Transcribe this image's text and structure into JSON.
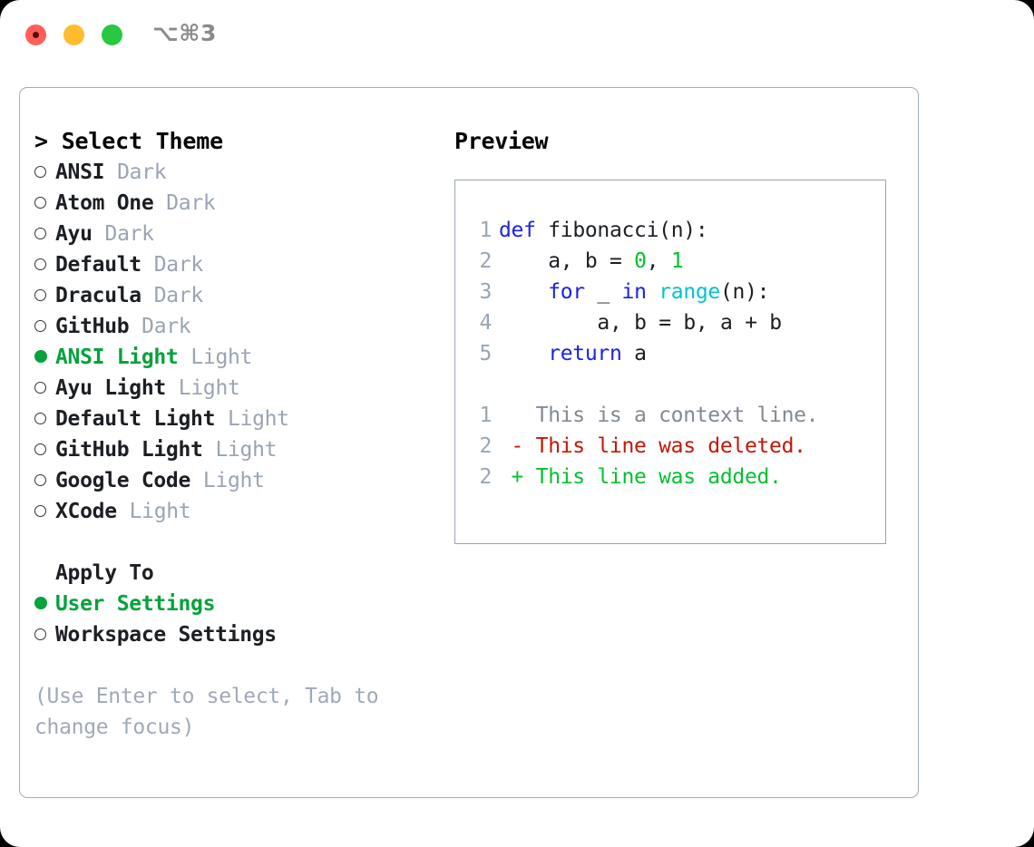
{
  "titlebar": {
    "shortcut": "⌥⌘3",
    "buttons": [
      {
        "name": "close",
        "color": "#ff5f57"
      },
      {
        "name": "minimize",
        "color": "#febc2e"
      },
      {
        "name": "maximize",
        "color": "#28c840"
      }
    ]
  },
  "left": {
    "prompt_header": "> Select Theme",
    "themes": [
      {
        "name": "ANSI",
        "kind": "Dark",
        "selected": false
      },
      {
        "name": "Atom One",
        "kind": "Dark",
        "selected": false
      },
      {
        "name": "Ayu",
        "kind": "Dark",
        "selected": false
      },
      {
        "name": "Default",
        "kind": "Dark",
        "selected": false
      },
      {
        "name": "Dracula",
        "kind": "Dark",
        "selected": false
      },
      {
        "name": "GitHub",
        "kind": "Dark",
        "selected": false
      },
      {
        "name": "ANSI Light",
        "kind": "Light",
        "selected": true
      },
      {
        "name": "Ayu Light",
        "kind": "Light",
        "selected": false
      },
      {
        "name": "Default Light",
        "kind": "Light",
        "selected": false
      },
      {
        "name": "GitHub Light",
        "kind": "Light",
        "selected": false
      },
      {
        "name": "Google Code",
        "kind": "Light",
        "selected": false
      },
      {
        "name": "XCode",
        "kind": "Light",
        "selected": false
      }
    ],
    "apply_to_header": "Apply To",
    "apply_to": [
      {
        "label": "User Settings",
        "selected": true
      },
      {
        "label": "Workspace Settings",
        "selected": false
      }
    ],
    "hint": "(Use Enter to select, Tab to change focus)"
  },
  "right": {
    "preview_header": "Preview",
    "code_lines": [
      {
        "n": "1",
        "text": "def fibonacci(n):"
      },
      {
        "n": "2",
        "text": "    a, b = 0, 1"
      },
      {
        "n": "3",
        "text": "    for _ in range(n):"
      },
      {
        "n": "4",
        "text": "        a, b = b, a + b"
      },
      {
        "n": "5",
        "text": "    return a"
      }
    ],
    "diff_lines": [
      {
        "n": "1",
        "marker": " ",
        "text": "This is a context line.",
        "type": "context"
      },
      {
        "n": "2",
        "marker": "-",
        "text": "This line was deleted.",
        "type": "deleted"
      },
      {
        "n": "2",
        "marker": "+",
        "text": "This line was added.",
        "type": "added"
      }
    ]
  },
  "colors": {
    "accent_green": "#06a23c",
    "keyword_blue": "#1a22e8",
    "function_cyan": "#00c5cd",
    "number_green": "#06c02f",
    "diff_deleted": "#c21807",
    "diff_added": "#06c02f",
    "muted": "#9aa4b2",
    "border": "#a3adbb"
  }
}
